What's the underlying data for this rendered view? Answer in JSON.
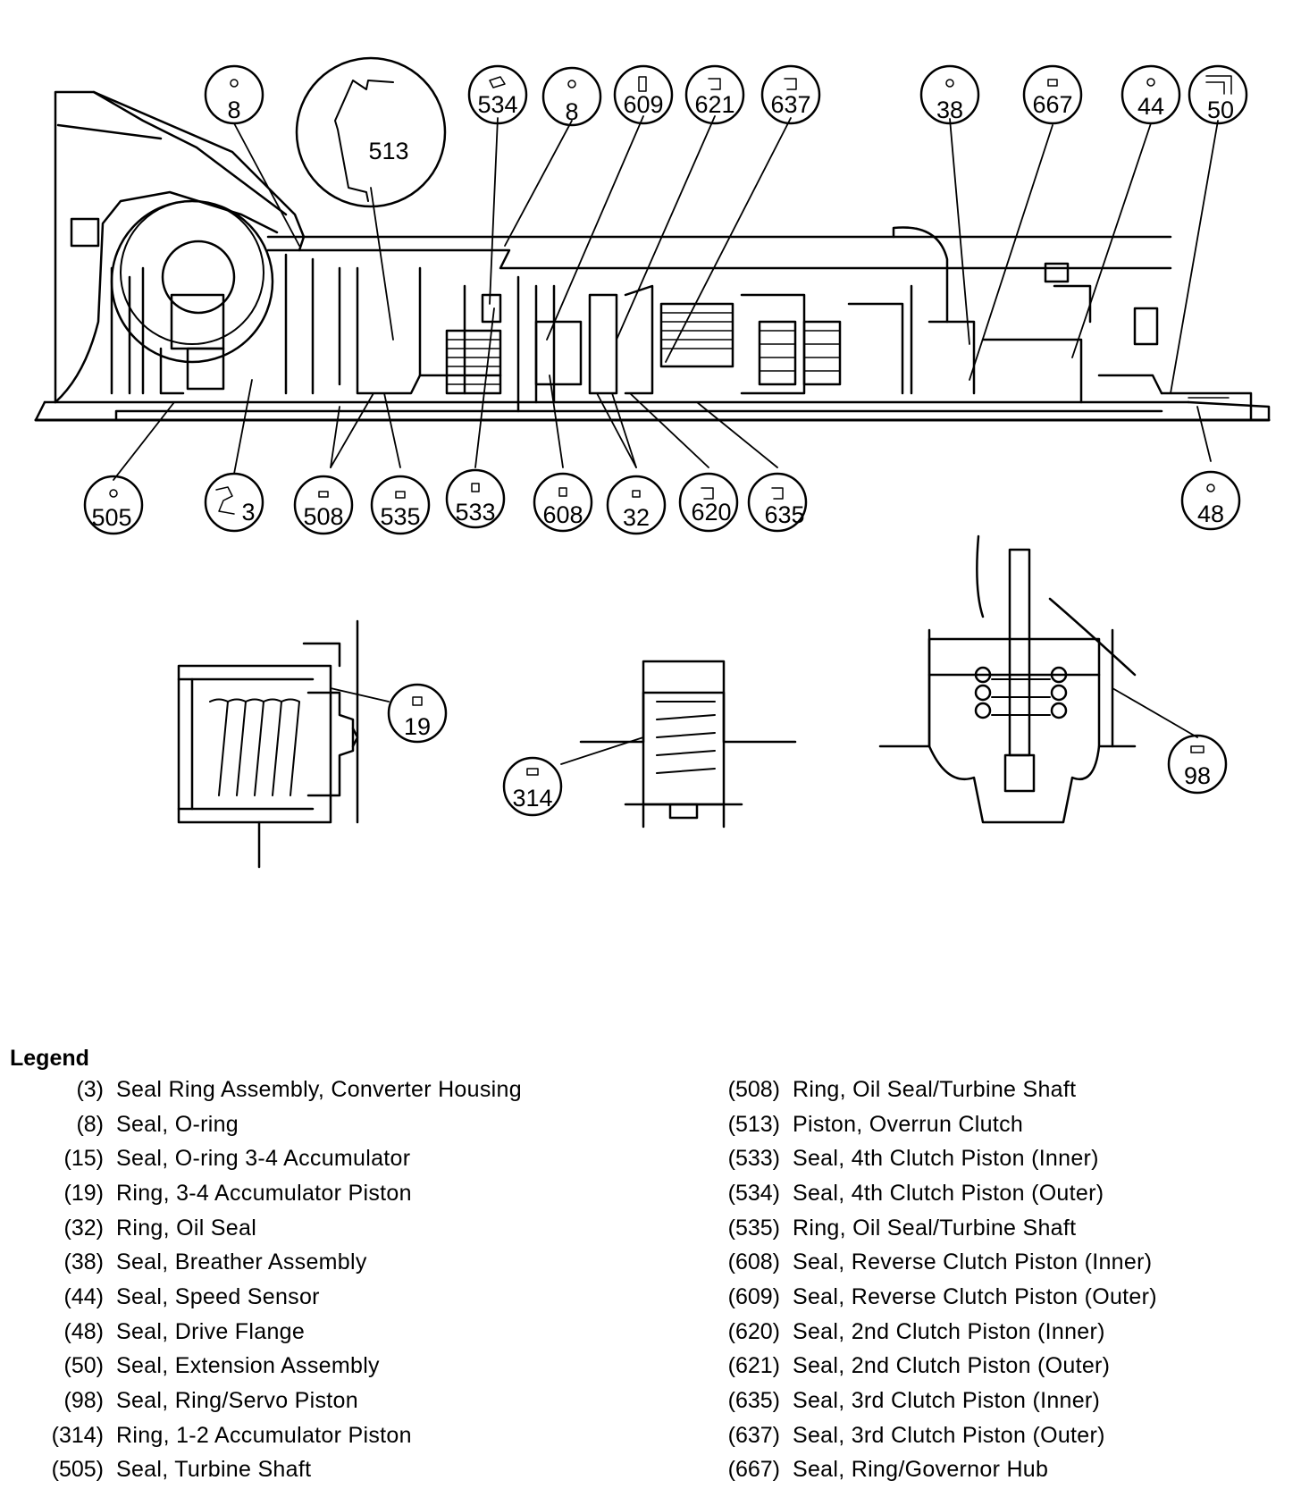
{
  "callouts": {
    "c8a": "8",
    "c513": "513",
    "c534": "534",
    "c8b": "8",
    "c609": "609",
    "c621": "621",
    "c637": "637",
    "c38": "38",
    "c667": "667",
    "c44": "44",
    "c50": "50",
    "c505": "505",
    "c3": "3",
    "c508": "508",
    "c535": "535",
    "c533": "533",
    "c608": "608",
    "c32": "32",
    "c620": "620",
    "c635": "635",
    "c48": "48",
    "c19": "19",
    "c314": "314",
    "c98": "98"
  },
  "legend": {
    "title": "Legend",
    "left": [
      {
        "num": "(3)",
        "text": "Seal Ring Assembly, Converter Housing"
      },
      {
        "num": "(8)",
        "text": "Seal, O-ring"
      },
      {
        "num": "(15)",
        "text": "Seal, O-ring 3-4 Accumulator"
      },
      {
        "num": "(19)",
        "text": "Ring, 3-4 Accumulator Piston"
      },
      {
        "num": "(32)",
        "text": "Ring, Oil Seal"
      },
      {
        "num": "(38)",
        "text": "Seal, Breather Assembly"
      },
      {
        "num": "(44)",
        "text": "Seal, Speed Sensor"
      },
      {
        "num": "(48)",
        "text": "Seal, Drive Flange"
      },
      {
        "num": "(50)",
        "text": "Seal, Extension Assembly"
      },
      {
        "num": "(98)",
        "text": "Seal, Ring/Servo Piston"
      },
      {
        "num": "(314)",
        "text": "Ring, 1-2 Accumulator Piston"
      },
      {
        "num": "(505)",
        "text": "Seal, Turbine Shaft"
      }
    ],
    "right": [
      {
        "num": "(508)",
        "text": "Ring, Oil Seal/Turbine Shaft"
      },
      {
        "num": "(513)",
        "text": "Piston, Overrun Clutch"
      },
      {
        "num": "(533)",
        "text": "Seal, 4th Clutch Piston (Inner)"
      },
      {
        "num": "(534)",
        "text": "Seal, 4th Clutch Piston (Outer)"
      },
      {
        "num": "(535)",
        "text": "Ring, Oil Seal/Turbine Shaft"
      },
      {
        "num": "(608)",
        "text": "Seal, Reverse Clutch Piston (Inner)"
      },
      {
        "num": "(609)",
        "text": "Seal, Reverse Clutch Piston (Outer)"
      },
      {
        "num": "(620)",
        "text": "Seal, 2nd Clutch Piston (Inner)"
      },
      {
        "num": "(621)",
        "text": "Seal, 2nd Clutch Piston (Outer)"
      },
      {
        "num": "(635)",
        "text": "Seal, 3rd Clutch Piston (Inner)"
      },
      {
        "num": "(637)",
        "text": "Seal, 3rd Clutch Piston (Outer)"
      },
      {
        "num": "(667)",
        "text": "Seal, Ring/Governor Hub"
      }
    ]
  }
}
